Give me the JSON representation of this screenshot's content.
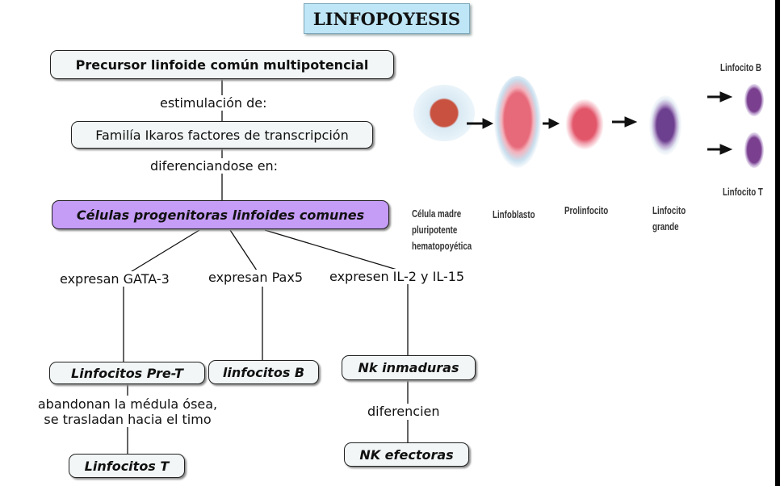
{
  "title": "LINFOPOYESIS",
  "nodes": {
    "precursor": "Precursor linfoide común multipotencial",
    "ikaros": "Familía Ikaros factores de transcripción",
    "progenitoras": "Células progenitoras linfoides comunes",
    "pre_t": "Linfocitos Pre-T",
    "linfocitos_b": "linfocitos B",
    "nk_inmaduras": "Nk inmaduras",
    "linfocitos_t": "Linfocitos T",
    "nk_efectoras": "NK efectoras"
  },
  "links": {
    "estimulacion": "estimulación de:",
    "diferenciandose": "diferenciandose en:",
    "gata3": "expresan GATA-3",
    "pax5": "expresan Pax5",
    "il": "expresen IL-2 y IL-15",
    "abandonan_1": "abandonan la médula ósea,",
    "abandonan_2": "se trasladan hacia el timo",
    "diferencien": "diferencien"
  },
  "illustration": {
    "label_b": "Linfocito B",
    "label_t": "Linfocito T",
    "captions": {
      "celula_1": "Célula madre",
      "celula_2": "pluripotente",
      "celula_3": "hematopoyética",
      "linfoblasto": "Linfoblasto",
      "prolinfocito": "Prolinfocito",
      "grande_1": "Linfocito",
      "grande_2": "grande"
    }
  },
  "colors": {
    "title_bg": "#bfe6f6",
    "node_bg": "#f2f6f6",
    "highlight_node_bg": "#c59cf6",
    "cell_red": "#d9534f",
    "cell_purple": "#7a3f8f"
  }
}
